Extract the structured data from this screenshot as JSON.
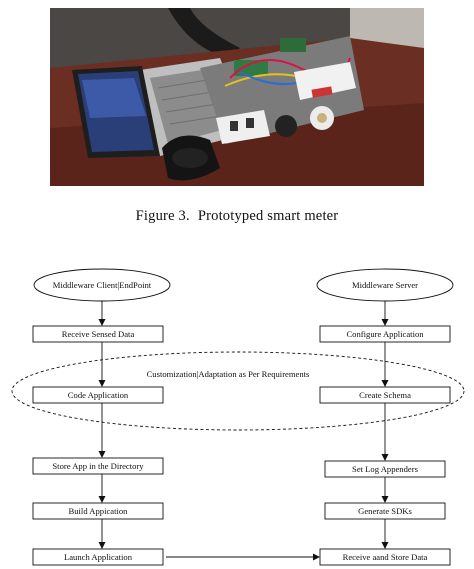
{
  "figure_caption": {
    "label": "Figure 3.",
    "text": "Prototyped smart meter"
  },
  "flowchart": {
    "client_title": "Middleware Client|EndPoint",
    "server_title": "Middleware Server",
    "band_label": "Customization|Adaptation as Per Requirements",
    "client_steps": [
      "Receive Sensed Data",
      "Code Application",
      "Store App in the Directory",
      "Build Appication",
      "Launch Application"
    ],
    "server_steps": [
      "Configure Application",
      "Create Schema",
      "Set Log Appenders",
      "Generate SDKs",
      "Receive aand Store Data"
    ]
  }
}
